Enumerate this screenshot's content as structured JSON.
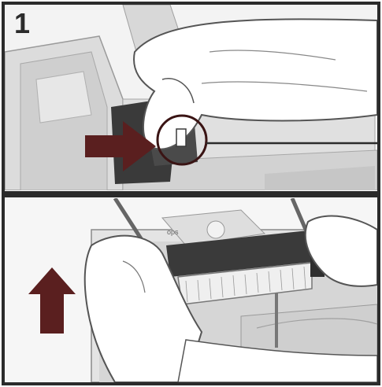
{
  "panels": [
    {
      "step_number": "1",
      "arrow_direction": "right",
      "icons": [
        "hand-icon",
        "magnify-circle-icon",
        "callout-line-icon",
        "push-arrow-icon"
      ]
    },
    {
      "step_number": "",
      "arrow_direction": "up",
      "icons": [
        "hand-icon",
        "basket-icon",
        "fryer-tank-icon",
        "lift-arrow-icon"
      ]
    }
  ],
  "colors": {
    "arrow": "#5a1f1f",
    "frame": "#2b2b2b",
    "shade": "#bdbdbd",
    "dark_part": "#3a3a3a"
  }
}
